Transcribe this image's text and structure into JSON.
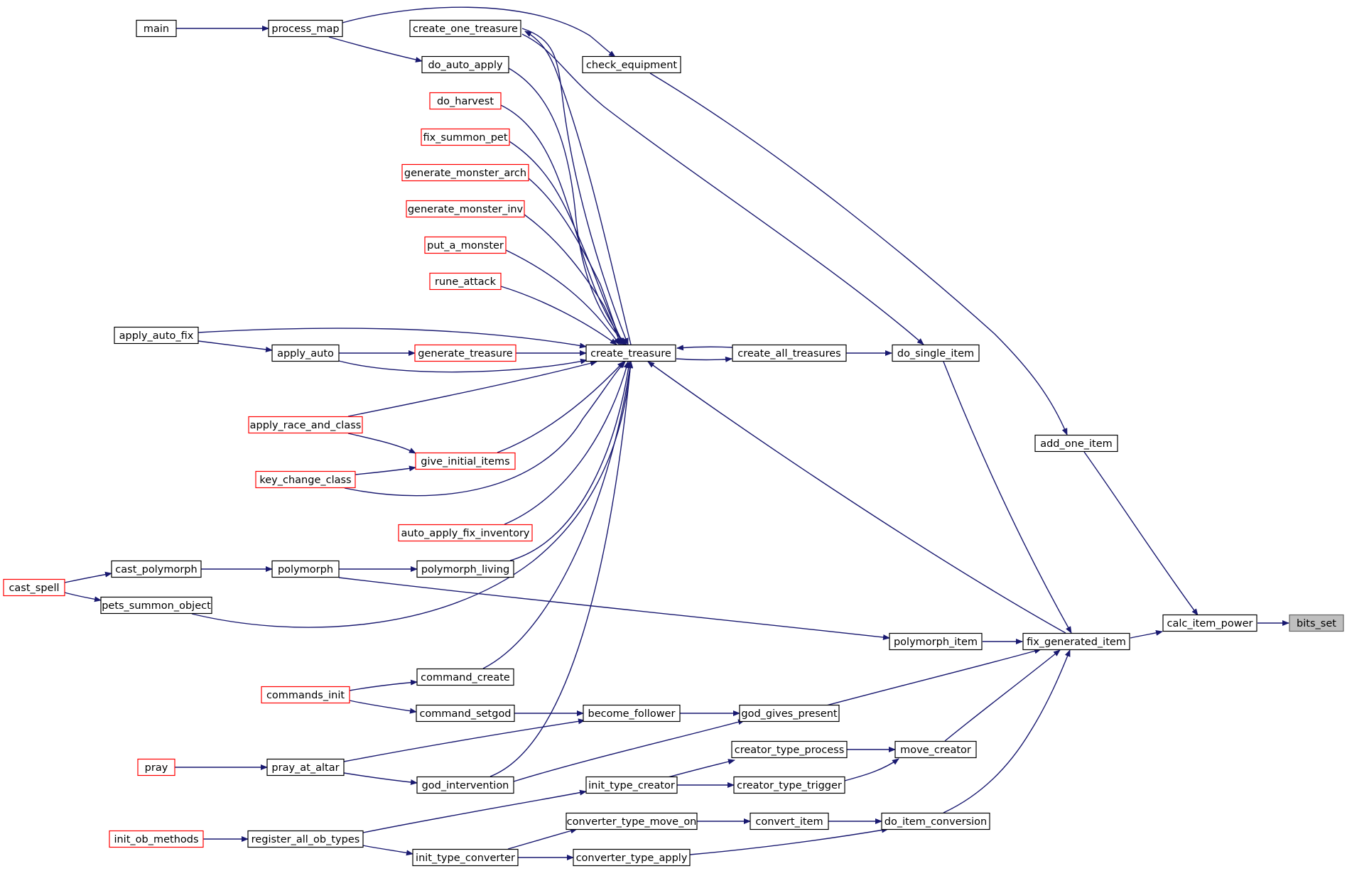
{
  "colors": {
    "edge": "#191970",
    "external_border": "#ff0000",
    "normal_border": "#000000",
    "root_fill": "#bfbfbf"
  },
  "nodes": [
    {
      "id": "bits_set",
      "label": "bits_set",
      "style": "root"
    },
    {
      "id": "calc_item_power",
      "label": "calc_item_power"
    },
    {
      "id": "add_one_item",
      "label": "add_one_item"
    },
    {
      "id": "fix_generated_item",
      "label": "fix_generated_item"
    },
    {
      "id": "polymorph_item",
      "label": "polymorph_item"
    },
    {
      "id": "do_single_item",
      "label": "do_single_item"
    },
    {
      "id": "create_all_treasures",
      "label": "create_all_treasures"
    },
    {
      "id": "create_treasure",
      "label": "create_treasure"
    },
    {
      "id": "check_equipment",
      "label": "check_equipment"
    },
    {
      "id": "create_one_treasure",
      "label": "create_one_treasure"
    },
    {
      "id": "do_auto_apply",
      "label": "do_auto_apply"
    },
    {
      "id": "do_harvest",
      "label": "do_harvest",
      "style": "external"
    },
    {
      "id": "fix_summon_pet",
      "label": "fix_summon_pet",
      "style": "external"
    },
    {
      "id": "generate_monster_arch",
      "label": "generate_monster_arch",
      "style": "external"
    },
    {
      "id": "generate_monster_inv",
      "label": "generate_monster_inv",
      "style": "external"
    },
    {
      "id": "put_a_monster",
      "label": "put_a_monster",
      "style": "external"
    },
    {
      "id": "rune_attack",
      "label": "rune_attack",
      "style": "external"
    },
    {
      "id": "generate_treasure",
      "label": "generate_treasure",
      "style": "external"
    },
    {
      "id": "give_initial_items",
      "label": "give_initial_items",
      "style": "external"
    },
    {
      "id": "auto_apply_fix_inventory",
      "label": "auto_apply_fix_inventory",
      "style": "external"
    },
    {
      "id": "polymorph_living",
      "label": "polymorph_living"
    },
    {
      "id": "command_create",
      "label": "command_create"
    },
    {
      "id": "command_setgod",
      "label": "command_setgod"
    },
    {
      "id": "god_intervention",
      "label": "god_intervention"
    },
    {
      "id": "init_type_converter",
      "label": "init_type_converter"
    },
    {
      "id": "process_map",
      "label": "process_map"
    },
    {
      "id": "main",
      "label": "main"
    },
    {
      "id": "apply_auto_fix",
      "label": "apply_auto_fix"
    },
    {
      "id": "apply_auto",
      "label": "apply_auto"
    },
    {
      "id": "apply_race_and_class",
      "label": "apply_race_and_class",
      "style": "external"
    },
    {
      "id": "key_change_class",
      "label": "key_change_class",
      "style": "external"
    },
    {
      "id": "cast_polymorph",
      "label": "cast_polymorph"
    },
    {
      "id": "polymorph",
      "label": "polymorph"
    },
    {
      "id": "cast_spell",
      "label": "cast_spell",
      "style": "external"
    },
    {
      "id": "pets_summon_object",
      "label": "pets_summon_object"
    },
    {
      "id": "commands_init",
      "label": "commands_init",
      "style": "external"
    },
    {
      "id": "pray",
      "label": "pray",
      "style": "external"
    },
    {
      "id": "pray_at_altar",
      "label": "pray_at_altar"
    },
    {
      "id": "init_ob_methods",
      "label": "init_ob_methods",
      "style": "external"
    },
    {
      "id": "register_all_ob_types",
      "label": "register_all_ob_types"
    },
    {
      "id": "become_follower",
      "label": "become_follower"
    },
    {
      "id": "god_gives_present",
      "label": "god_gives_present"
    },
    {
      "id": "creator_type_process",
      "label": "creator_type_process"
    },
    {
      "id": "creator_type_trigger",
      "label": "creator_type_trigger"
    },
    {
      "id": "move_creator",
      "label": "move_creator"
    },
    {
      "id": "init_type_creator",
      "label": "init_type_creator"
    },
    {
      "id": "converter_type_move_on",
      "label": "converter_type_move_on"
    },
    {
      "id": "converter_type_apply",
      "label": "converter_type_apply"
    },
    {
      "id": "convert_item",
      "label": "convert_item"
    },
    {
      "id": "do_item_conversion",
      "label": "do_item_conversion"
    }
  ],
  "edges": [
    {
      "from": "calc_item_power",
      "to": "bits_set"
    },
    {
      "from": "add_one_item",
      "to": "calc_item_power"
    },
    {
      "from": "fix_generated_item",
      "to": "calc_item_power"
    },
    {
      "from": "check_equipment",
      "to": "add_one_item"
    },
    {
      "from": "do_single_item",
      "to": "fix_generated_item"
    },
    {
      "from": "polymorph_item",
      "to": "fix_generated_item"
    },
    {
      "from": "god_gives_present",
      "to": "fix_generated_item"
    },
    {
      "from": "move_creator",
      "to": "fix_generated_item"
    },
    {
      "from": "do_item_conversion",
      "to": "fix_generated_item"
    },
    {
      "from": "create_all_treasures",
      "to": "do_single_item"
    },
    {
      "from": "create_one_treasure",
      "to": "do_single_item"
    },
    {
      "from": "create_treasure",
      "to": "create_all_treasures"
    },
    {
      "from": "create_all_treasures",
      "to": "create_treasure"
    },
    {
      "from": "fix_generated_item",
      "to": "create_treasure"
    },
    {
      "from": "create_treasure",
      "to": "create_one_treasure"
    },
    {
      "from": "create_one_treasure",
      "to": "create_treasure"
    },
    {
      "from": "process_map",
      "to": "check_equipment"
    },
    {
      "from": "main",
      "to": "process_map"
    },
    {
      "from": "process_map",
      "to": "do_auto_apply"
    },
    {
      "from": "do_auto_apply",
      "to": "create_treasure"
    },
    {
      "from": "do_harvest",
      "to": "create_treasure"
    },
    {
      "from": "fix_summon_pet",
      "to": "create_treasure"
    },
    {
      "from": "generate_monster_arch",
      "to": "create_treasure"
    },
    {
      "from": "generate_monster_inv",
      "to": "create_treasure"
    },
    {
      "from": "put_a_monster",
      "to": "create_treasure"
    },
    {
      "from": "rune_attack",
      "to": "create_treasure"
    },
    {
      "from": "apply_auto_fix",
      "to": "create_treasure"
    },
    {
      "from": "apply_auto_fix",
      "to": "apply_auto"
    },
    {
      "from": "apply_auto",
      "to": "generate_treasure"
    },
    {
      "from": "apply_auto",
      "to": "create_treasure"
    },
    {
      "from": "generate_treasure",
      "to": "create_treasure"
    },
    {
      "from": "apply_race_and_class",
      "to": "create_treasure"
    },
    {
      "from": "apply_race_and_class",
      "to": "give_initial_items"
    },
    {
      "from": "key_change_class",
      "to": "give_initial_items"
    },
    {
      "from": "key_change_class",
      "to": "create_treasure"
    },
    {
      "from": "give_initial_items",
      "to": "create_treasure"
    },
    {
      "from": "auto_apply_fix_inventory",
      "to": "create_treasure"
    },
    {
      "from": "polymorph_living",
      "to": "create_treasure"
    },
    {
      "from": "pets_summon_object",
      "to": "create_treasure"
    },
    {
      "from": "command_create",
      "to": "create_treasure"
    },
    {
      "from": "god_intervention",
      "to": "create_treasure"
    },
    {
      "from": "cast_spell",
      "to": "cast_polymorph"
    },
    {
      "from": "cast_spell",
      "to": "pets_summon_object"
    },
    {
      "from": "cast_polymorph",
      "to": "polymorph"
    },
    {
      "from": "polymorph",
      "to": "polymorph_living"
    },
    {
      "from": "polymorph",
      "to": "polymorph_item"
    },
    {
      "from": "commands_init",
      "to": "command_create"
    },
    {
      "from": "commands_init",
      "to": "command_setgod"
    },
    {
      "from": "command_setgod",
      "to": "become_follower"
    },
    {
      "from": "pray_at_altar",
      "to": "become_follower"
    },
    {
      "from": "become_follower",
      "to": "god_gives_present"
    },
    {
      "from": "god_intervention",
      "to": "god_gives_present"
    },
    {
      "from": "pray",
      "to": "pray_at_altar"
    },
    {
      "from": "pray_at_altar",
      "to": "god_intervention"
    },
    {
      "from": "init_ob_methods",
      "to": "register_all_ob_types"
    },
    {
      "from": "register_all_ob_types",
      "to": "init_type_creator"
    },
    {
      "from": "register_all_ob_types",
      "to": "init_type_converter"
    },
    {
      "from": "init_type_creator",
      "to": "creator_type_process"
    },
    {
      "from": "init_type_creator",
      "to": "creator_type_trigger"
    },
    {
      "from": "creator_type_process",
      "to": "move_creator"
    },
    {
      "from": "creator_type_trigger",
      "to": "move_creator"
    },
    {
      "from": "init_type_converter",
      "to": "converter_type_move_on"
    },
    {
      "from": "init_type_converter",
      "to": "converter_type_apply"
    },
    {
      "from": "converter_type_move_on",
      "to": "convert_item"
    },
    {
      "from": "convert_item",
      "to": "do_item_conversion"
    },
    {
      "from": "converter_type_apply",
      "to": "do_item_conversion"
    }
  ]
}
